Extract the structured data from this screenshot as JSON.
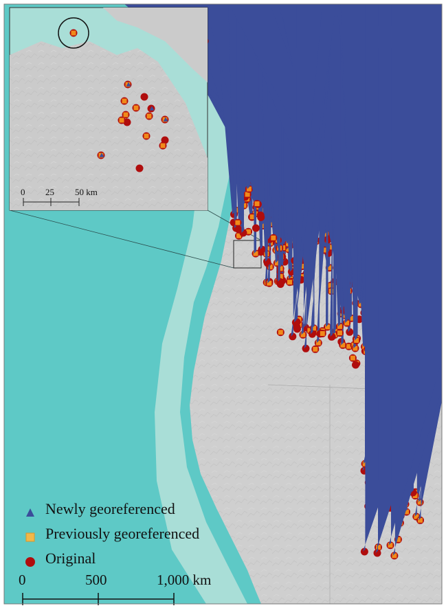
{
  "colors": {
    "ocean_deep": "#5ec9c6",
    "ocean_shelf": "#a9ded7",
    "land": "#cfcfcf",
    "original": "#b00d0d",
    "previous": "#f08a1a",
    "newly": "#3b4d9a"
  },
  "legend": {
    "newly_label": "Newly georeferenced",
    "previous_label": "Previously georeferenced",
    "original_label": "Original"
  },
  "scale_main": {
    "tick0": "0",
    "tick1": "500",
    "tick2": "1,000 km"
  },
  "scale_inset": {
    "tick0": "0",
    "tick1": "25",
    "tick2": "50 km"
  }
}
